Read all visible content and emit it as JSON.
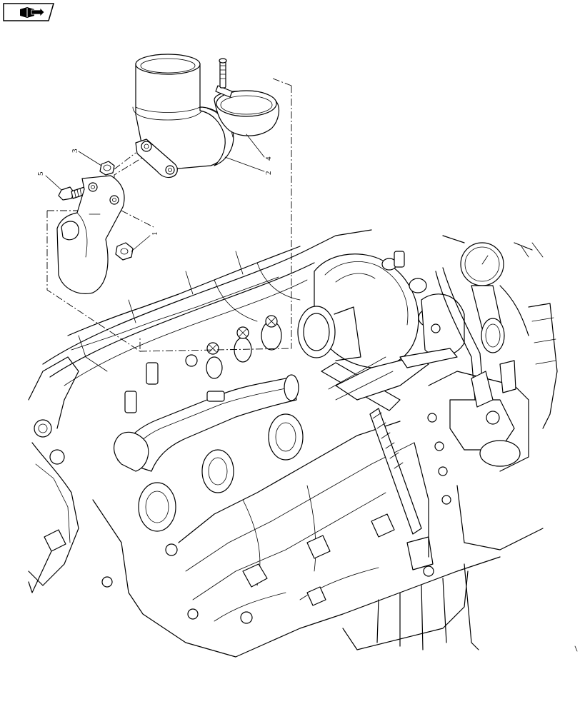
{
  "navigation": {
    "icon": "book-arrow-icon"
  },
  "callouts": [
    {
      "id": "1",
      "label": "1"
    },
    {
      "id": "2",
      "label": "2"
    },
    {
      "id": "3",
      "label": "3"
    },
    {
      "id": "4",
      "label": "4"
    },
    {
      "id": "5",
      "label": "5"
    }
  ]
}
